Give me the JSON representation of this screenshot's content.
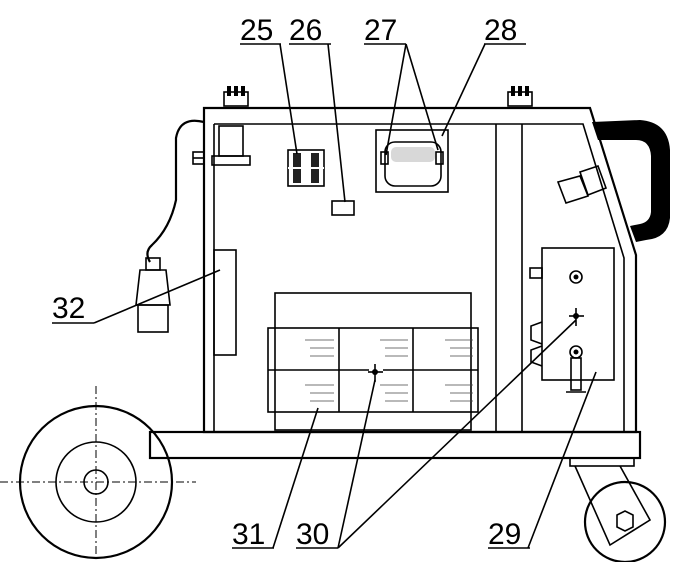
{
  "labels": {
    "l25": "25",
    "l26": "26",
    "l27": "27",
    "l28": "28",
    "l29": "29",
    "l30": "30",
    "l31": "31",
    "l32": "32"
  },
  "colors": {
    "line": "#000000",
    "component_gray": "#c8c8c8",
    "panel_fill": "#e6e6e6",
    "background": "#ffffff"
  }
}
